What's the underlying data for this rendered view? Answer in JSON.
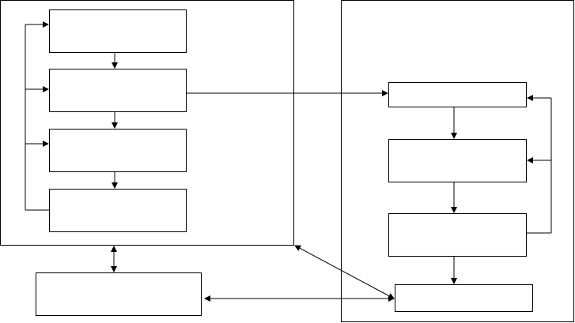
{
  "diagram": {
    "stroke_color": "#000000",
    "background_color": "#ffffff",
    "left_group": {
      "nodes": [
        {
          "id": "left-box-1",
          "label": ""
        },
        {
          "id": "left-box-2",
          "label": ""
        },
        {
          "id": "left-box-3",
          "label": ""
        },
        {
          "id": "left-box-4",
          "label": ""
        }
      ]
    },
    "right_group": {
      "nodes": [
        {
          "id": "right-box-1",
          "label": ""
        },
        {
          "id": "right-box-2",
          "label": ""
        },
        {
          "id": "right-box-3",
          "label": ""
        },
        {
          "id": "right-box-4",
          "label": ""
        }
      ]
    },
    "bottom_node": {
      "id": "bottom-left-box",
      "label": ""
    }
  }
}
